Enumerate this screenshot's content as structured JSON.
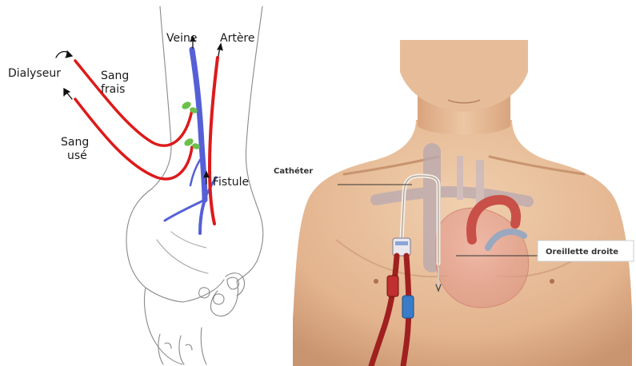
{
  "left_diagram": {
    "labels": {
      "veine": "Veine",
      "artere": "Artère",
      "dialyseur": "Dialyseur",
      "sang_frais_1": "Sang",
      "sang_frais_2": "frais",
      "sang_use_1": "Sang",
      "sang_use_2": "usé",
      "fistule": "Fistule"
    },
    "colors": {
      "vein": "#5560d6",
      "artery": "#dd1a1a",
      "clamp": "#6cc04a",
      "outline": "#8a8a8a"
    }
  },
  "right_diagram": {
    "labels": {
      "catheter": "Cathéter",
      "oreillette": "Oreillette droite"
    },
    "colors": {
      "skin": "#e8c09a",
      "skin_shadow": "#c99470",
      "heart": "#c85048",
      "line_red": "#a02020",
      "line_blue": "#3a7cc8"
    }
  }
}
